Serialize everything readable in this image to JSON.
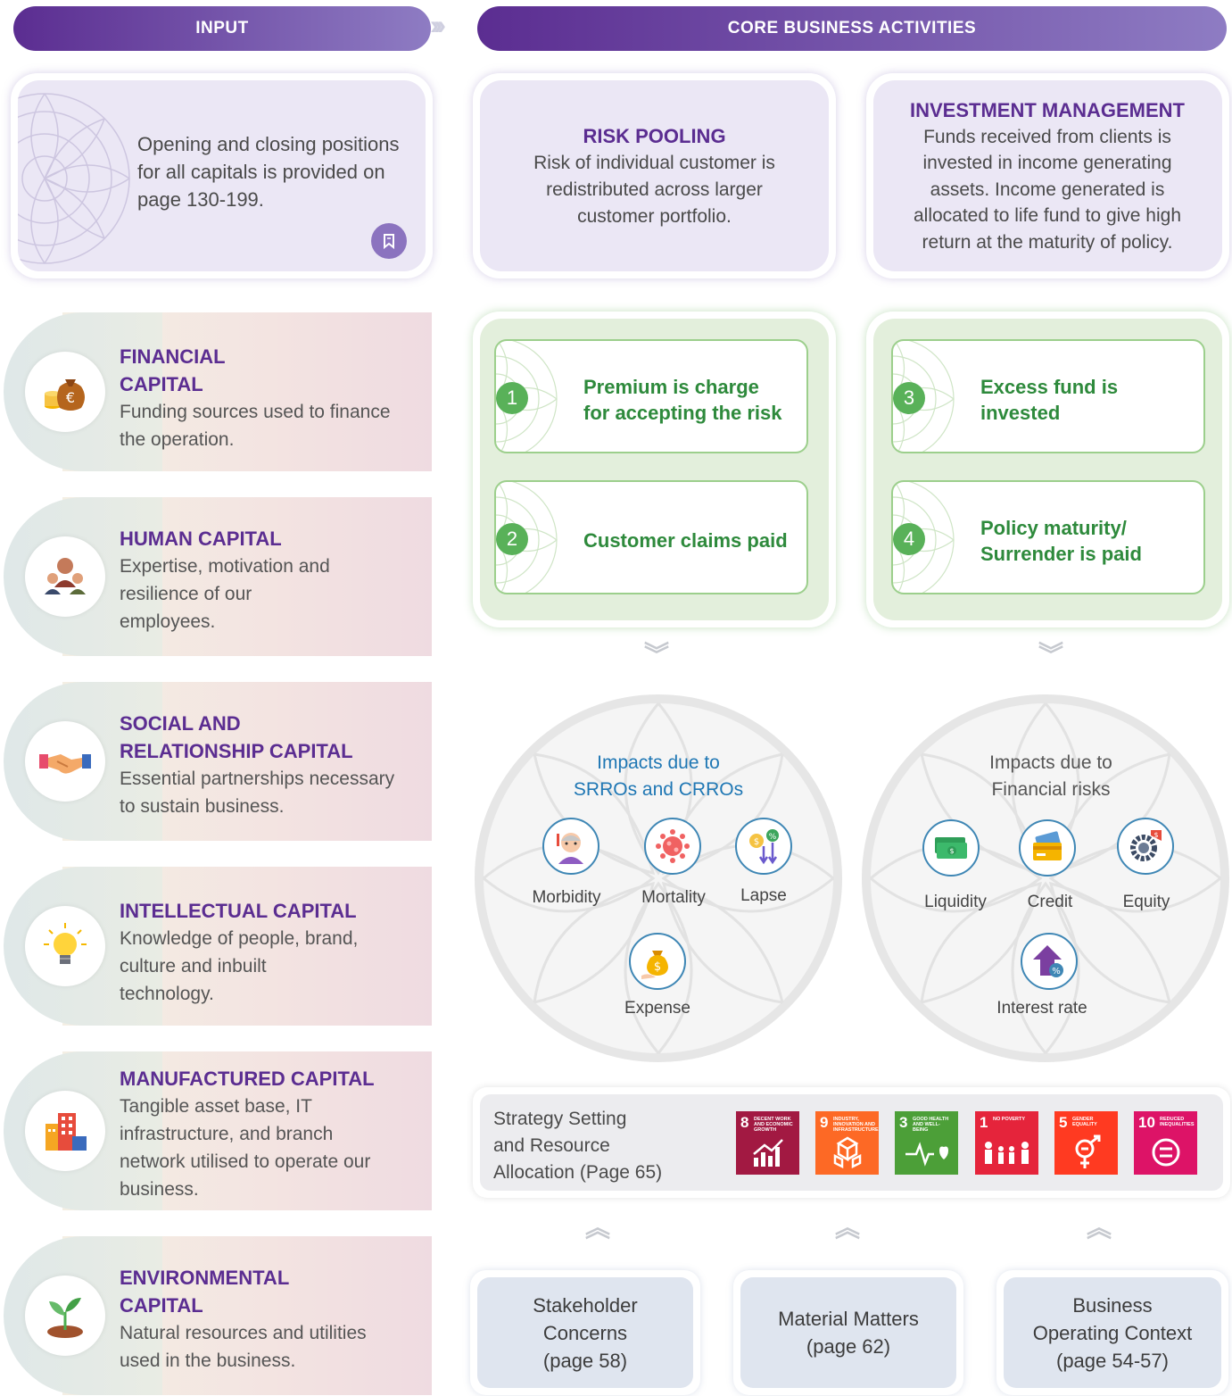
{
  "header": {
    "input_label": "INPUT",
    "core_label": "CORE BUSINESS ACTIVITIES"
  },
  "note": {
    "text": "Opening and closing positions for all capitals is provided on page 130-199."
  },
  "risk_pooling": {
    "title": "RISK POOLING",
    "text": "Risk of individual customer is redistributed across larger customer portfolio."
  },
  "investment_management": {
    "title": "INVESTMENT MANAGEMENT",
    "text": "Funds received from clients is invested in income generating assets. Income generated is allocated to life fund to give high return at the maturity of policy."
  },
  "capitals": [
    {
      "title_line1": "FINANCIAL",
      "title_line2": "CAPITAL",
      "desc": "Funding sources used to finance the operation.",
      "icon": "money-bag-icon"
    },
    {
      "title_line1": "HUMAN CAPITAL",
      "title_line2": "",
      "desc": "Expertise, motivation and resilience of our employees.",
      "icon": "people-icon"
    },
    {
      "title_line1": "SOCIAL AND",
      "title_line2": "RELATIONSHIP CAPITAL",
      "desc": "Essential partnerships necessary to sustain business.",
      "icon": "handshake-icon"
    },
    {
      "title_line1": "INTELLECTUAL CAPITAL",
      "title_line2": "",
      "desc": "Knowledge of people, brand, culture and inbuilt technology.",
      "icon": "lightbulb-icon"
    },
    {
      "title_line1": "MANUFACTURED CAPITAL",
      "title_line2": "",
      "desc": "Tangible asset base, IT infrastructure, and branch network utilised to operate our business.",
      "icon": "buildings-icon"
    },
    {
      "title_line1": "ENVIRONMENTAL",
      "title_line2": "CAPITAL",
      "desc": "Natural resources and utilities used in the business.",
      "icon": "plant-icon"
    }
  ],
  "steps": [
    {
      "num": "1",
      "line1": "Premium is charge",
      "line2": "for accepting the risk"
    },
    {
      "num": "2",
      "line1": "Customer claims paid",
      "line2": ""
    },
    {
      "num": "3",
      "line1": "Excess fund is",
      "line2": "invested"
    },
    {
      "num": "4",
      "line1": "Policy maturity/",
      "line2": "Surrender is paid"
    }
  ],
  "impacts_left": {
    "title_line1": "Impacts due to",
    "title_line2": "SRROs and CRROs",
    "title_color": "#1f77b4",
    "items": [
      "Morbidity",
      "Mortality",
      "Lapse",
      "Expense"
    ]
  },
  "impacts_right": {
    "title_line1": "Impacts due to",
    "title_line2": "Financial risks",
    "items": [
      "Liquidity",
      "Credit",
      "Equity",
      "Interest rate"
    ]
  },
  "strategy": {
    "line1": "Strategy Setting",
    "line2": "and Resource",
    "line3": "Allocation (Page 65)"
  },
  "sdgs": [
    {
      "num": "8",
      "name": "DECENT WORK AND ECONOMIC GROWTH",
      "color": "#a21942"
    },
    {
      "num": "9",
      "name": "INDUSTRY, INNOVATION AND INFRASTRUCTURE",
      "color": "#fd6925"
    },
    {
      "num": "3",
      "name": "GOOD HEALTH AND WELL-BEING",
      "color": "#4c9f38"
    },
    {
      "num": "1",
      "name": "NO POVERTY",
      "color": "#e5243b"
    },
    {
      "num": "5",
      "name": "GENDER EQUALITY",
      "color": "#ff3a21"
    },
    {
      "num": "10",
      "name": "REDUCED INEQUALITIES",
      "color": "#dd1367"
    }
  ],
  "bottom": [
    {
      "line1": "Stakeholder",
      "line2": "Concerns",
      "line3": "(page 58)"
    },
    {
      "line1": "Material Matters",
      "line2": "(page 62)",
      "line3": ""
    },
    {
      "line1": "Business",
      "line2": "Operating Context",
      "line3": "(page 54-57)"
    }
  ],
  "colors": {
    "brand_purple": "#5b2d91",
    "green": "#2e8a3c",
    "lavender": "#ebe7f5"
  }
}
